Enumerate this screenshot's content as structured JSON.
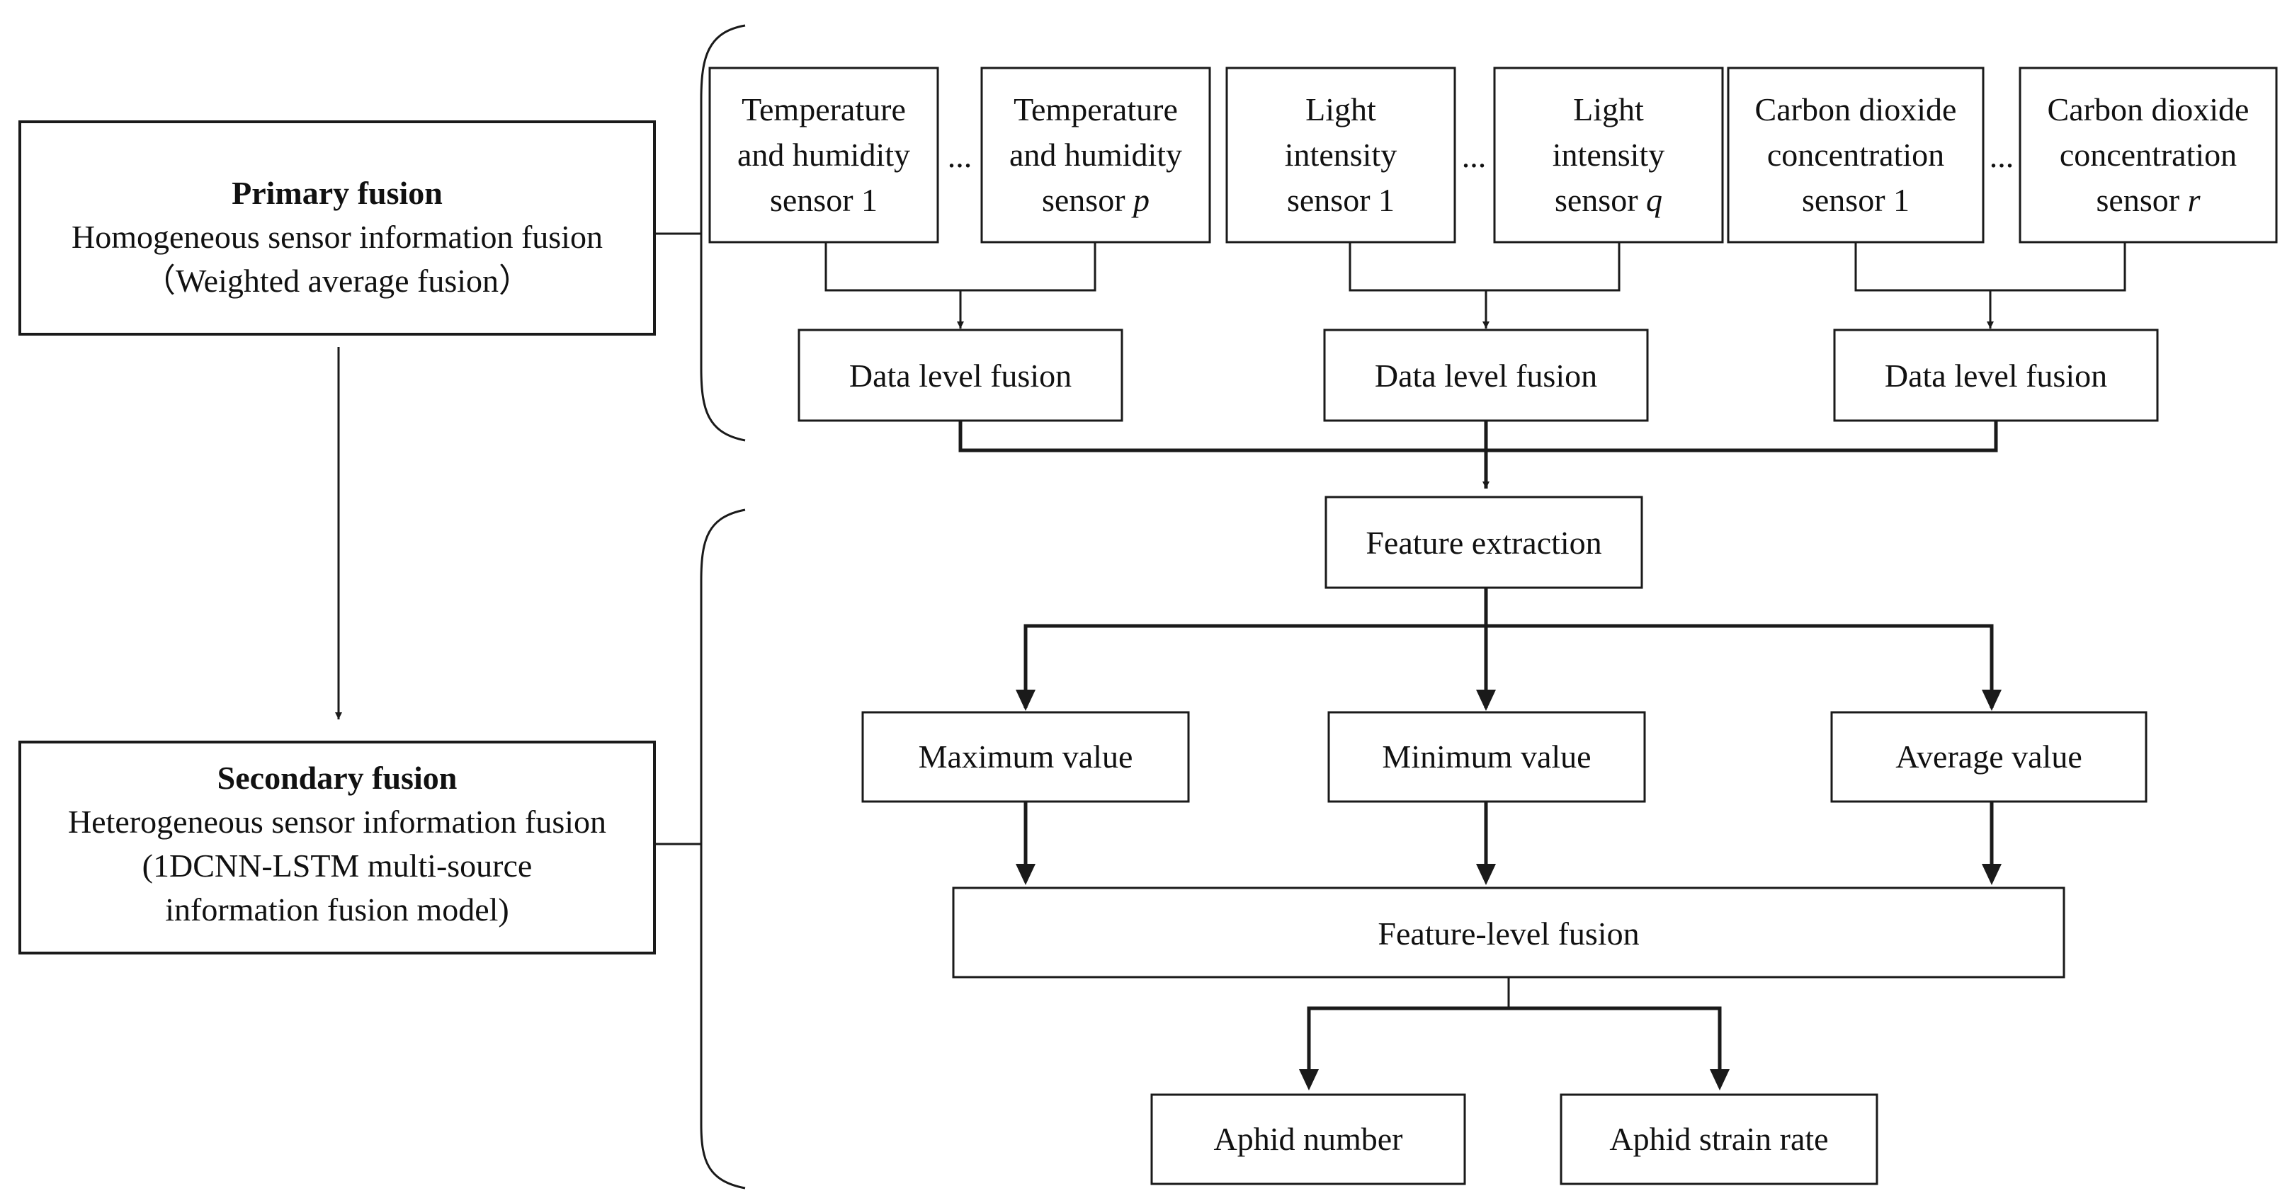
{
  "primary": {
    "title": "Primary fusion",
    "line1": "Homogeneous sensor information fusion",
    "line2": "（Weighted average fusion）"
  },
  "secondary": {
    "title": "Secondary fusion",
    "line1": "Heterogeneous sensor information fusion",
    "line2": "(1DCNN-LSTM multi-source",
    "line3": "information fusion model)"
  },
  "sensors": {
    "th1": {
      "l1": "Temperature",
      "l2": "and humidity",
      "l3": "sensor 1"
    },
    "thp": {
      "l1": "Temperature",
      "l2": "and humidity",
      "l3": "sensor ",
      "var": "p"
    },
    "li1": {
      "l1": "Light",
      "l2": "intensity",
      "l3": "sensor 1"
    },
    "liq": {
      "l1": "Light",
      "l2": "intensity",
      "l3": "sensor ",
      "var": "q"
    },
    "co1": {
      "l1": "Carbon dioxide",
      "l2": "concentration",
      "l3": "sensor 1"
    },
    "cor": {
      "l1": "Carbon dioxide",
      "l2": "concentration",
      "l3": "sensor ",
      "var": "r"
    },
    "ellipsis": "..."
  },
  "data_level": "Data level fusion",
  "feature_extraction": "Feature extraction",
  "features": {
    "max": "Maximum value",
    "min": "Minimum value",
    "avg": "Average value"
  },
  "feature_level": "Feature-level fusion",
  "outputs": {
    "aphid_number": "Aphid number",
    "aphid_strain_rate": "Aphid strain rate"
  }
}
